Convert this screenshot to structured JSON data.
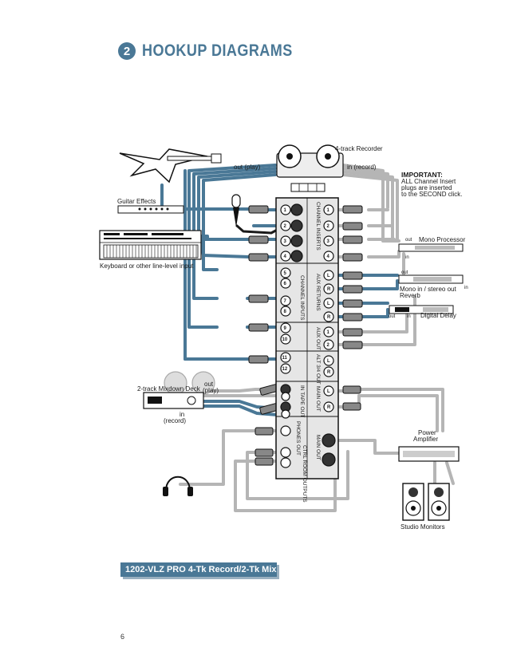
{
  "header": {
    "section_number": "2",
    "title": "HOOKUP DIAGRAMS"
  },
  "labels": {
    "guitar_effects": "Guitar Effects",
    "keyboard": "Keyboard or other line-level input",
    "recorder_4track": "4-track Recorder",
    "out_play": "out (play)",
    "in_record": "in (record)",
    "important": [
      "IMPORTANT:",
      "ALL Channel Insert",
      "plugs are inserted",
      "to the SECOND click."
    ],
    "mono_processor": "Mono Processor",
    "out": "out",
    "in": "in",
    "mono_in_stereo_out": "Mono in / stereo out",
    "reverb": "Reverb",
    "digital_delay": "Digital Delay",
    "mixdown_deck": "2-track Mixdown Deck",
    "out_short": "out",
    "play_paren": "(play)",
    "in_short": "in",
    "record_paren": "(record)",
    "power_amplifier": [
      "Power",
      "Amplifier"
    ],
    "studio_monitors": "Studio Monitors"
  },
  "mixer_sections": {
    "channel_inserts": "CHANNEL INSERTS",
    "aux_returns": "AUX RETURNS",
    "channel_inputs": "CHANNEL INPUTS",
    "aux_out": "AUX OUT",
    "alt_34_out": "ALT 3/4 OUT",
    "tape_in_out": "IN TAPE OUT",
    "main_out": "MAIN OUT",
    "phones_out": "PHONES OUT",
    "ctrl_room_outputs": "CTRL ROOM OUTPUTS",
    "main_out_xlr": "MAIN OUT"
  },
  "jacks": {
    "inserts": [
      "1",
      "2",
      "3",
      "4"
    ],
    "mono_inputs": [
      "1",
      "2",
      "3",
      "4"
    ],
    "stereo_inputs": [
      "5",
      "6",
      "7",
      "8",
      "9",
      "10",
      "11",
      "12"
    ],
    "aux_returns": [
      "L",
      "R",
      "L",
      "R"
    ],
    "aux_out": [
      "1",
      "2"
    ],
    "alt_out": [
      "L",
      "R"
    ],
    "main_out": [
      "L",
      "R"
    ]
  },
  "caption": "1202-VLZ PRO 4-Tk Record/2-Tk Mix",
  "page_number": "6",
  "colors": {
    "accent": "#4a7896",
    "cable_blue": "#4a7896",
    "cable_gray": "#b5b5b5"
  }
}
